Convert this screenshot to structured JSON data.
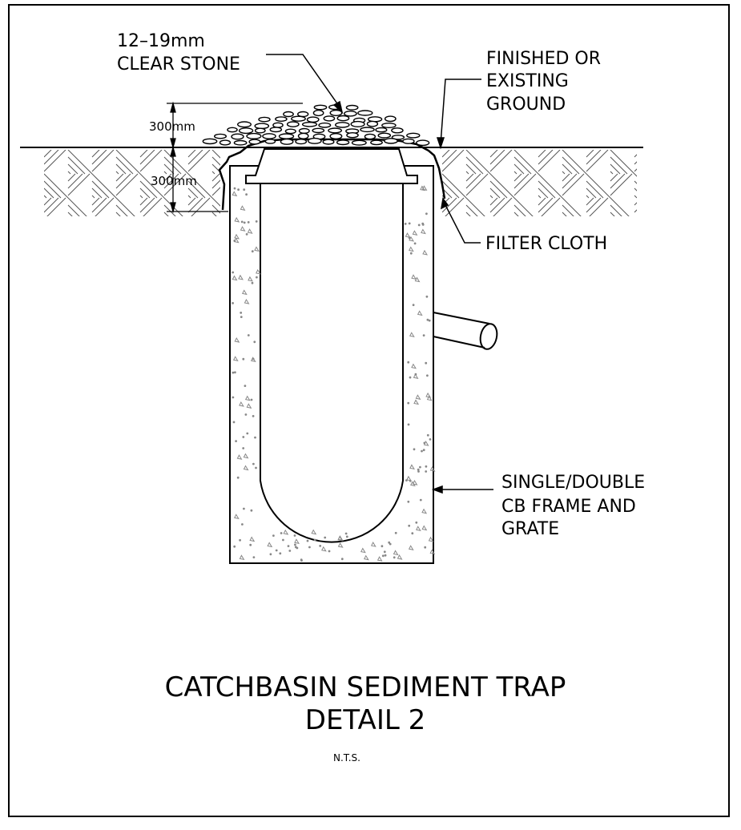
{
  "labels": {
    "stone_line1": "12–19mm",
    "stone_line2": "CLEAR STONE",
    "ground_line1": "FINISHED OR",
    "ground_line2": "EXISTING",
    "ground_line3": "GROUND",
    "dim_upper": "300mm",
    "dim_lower": "300mm",
    "filter_cloth": "FILTER CLOTH",
    "frame_line1": "SINGLE/DOUBLE",
    "frame_line2": "CB FRAME AND",
    "frame_line3": "GRATE"
  },
  "title": {
    "line1": "CATCHBASIN SEDIMENT TRAP",
    "line2": "DETAIL 2",
    "scale": "N.T.S."
  }
}
